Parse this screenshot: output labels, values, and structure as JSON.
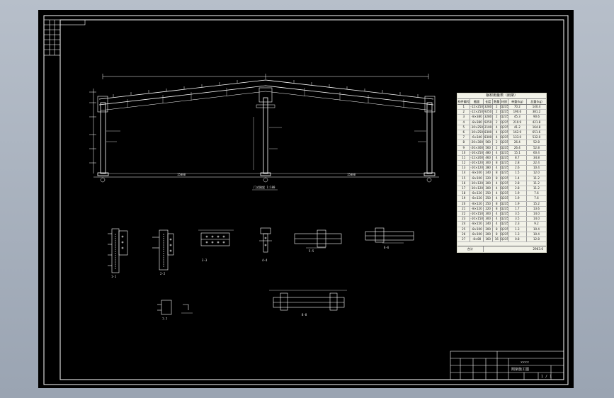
{
  "drawing": {
    "frame_caption": "门式刚架 1:100",
    "title_block": {
      "project": "××××",
      "drawing_name": "刚架施工图",
      "sheet_no": "1 / 1"
    }
  },
  "material_table": {
    "title": "钢材用量表（刚架）",
    "headers": [
      "构件编号",
      "截面",
      "长度",
      "数量",
      "材质",
      "单重(kg)",
      "总重(kg)"
    ],
    "rows": [
      [
        "1",
        "-12×250",
        "3280",
        "2",
        "Q235",
        "70.2",
        "140.4"
      ],
      [
        "2",
        "-12×250",
        "9250",
        "2",
        "Q235",
        "190.6",
        "381.2"
      ],
      [
        "3",
        "-8×380",
        "3280",
        "2",
        "Q235",
        "45.3",
        "90.6"
      ],
      [
        "4",
        "-8×380",
        "9250",
        "2",
        "Q235",
        "210.9",
        "421.8"
      ],
      [
        "5",
        "-10×250",
        "2100",
        "4",
        "Q235",
        "41.2",
        "164.8"
      ],
      [
        "6",
        "-10×250",
        "8300",
        "4",
        "Q235",
        "162.9",
        "651.6"
      ],
      [
        "7",
        "-6×340",
        "8300",
        "4",
        "Q235",
        "133.0",
        "532.0"
      ],
      [
        "8",
        "-20×300",
        "560",
        "2",
        "Q235",
        "26.4",
        "52.8"
      ],
      [
        "9",
        "-20×300",
        "560",
        "2",
        "Q235",
        "26.4",
        "52.8"
      ],
      [
        "10",
        "-16×250",
        "480",
        "4",
        "Q235",
        "15.1",
        "60.4"
      ],
      [
        "11",
        "-12×200",
        "460",
        "4",
        "Q235",
        "8.7",
        "34.8"
      ],
      [
        "12",
        "-10×120",
        "300",
        "8",
        "Q235",
        "2.8",
        "22.4"
      ],
      [
        "13",
        "-10×120",
        "280",
        "4",
        "Q235",
        "2.6",
        "10.4"
      ],
      [
        "14",
        "-8×100",
        "240",
        "8",
        "Q235",
        "1.5",
        "12.0"
      ],
      [
        "15",
        "-8×100",
        "220",
        "8",
        "Q235",
        "1.4",
        "11.2"
      ],
      [
        "16",
        "-10×120",
        "300",
        "4",
        "Q235",
        "2.8",
        "11.2"
      ],
      [
        "17",
        "-10×120",
        "300",
        "4",
        "Q235",
        "2.8",
        "11.2"
      ],
      [
        "18",
        "-8×120",
        "250",
        "4",
        "Q235",
        "1.9",
        "7.6"
      ],
      [
        "19",
        "-8×120",
        "250",
        "4",
        "Q235",
        "1.9",
        "7.6"
      ],
      [
        "20",
        "-8×120",
        "250",
        "8",
        "Q235",
        "1.9",
        "15.2"
      ],
      [
        "21",
        "-8×120",
        "220",
        "8",
        "Q235",
        "1.7",
        "13.6"
      ],
      [
        "22",
        "-10×150",
        "300",
        "4",
        "Q235",
        "3.5",
        "14.0"
      ],
      [
        "23",
        "-10×150",
        "300",
        "4",
        "Q235",
        "3.5",
        "14.0"
      ],
      [
        "24",
        "-8×150",
        "240",
        "4",
        "Q235",
        "2.3",
        "9.2"
      ],
      [
        "25",
        "-8×100",
        "200",
        "8",
        "Q235",
        "1.3",
        "10.4"
      ],
      [
        "26",
        "-8×100",
        "200",
        "8",
        "Q235",
        "1.3",
        "10.4"
      ],
      [
        "27",
        "-8×80",
        "160",
        "16",
        "Q235",
        "0.8",
        "12.8"
      ]
    ],
    "footer_label": "合计",
    "footer_value": "2963.6"
  },
  "dims": {
    "left_span": "15000",
    "right_span": "15000"
  },
  "details": {
    "d1": "1-1",
    "d2": "2-2",
    "d3": "3-3",
    "d4": "4-4",
    "d5": "5-5",
    "d6": "6-6",
    "d7": "7-7",
    "d8": "8-8"
  },
  "colors": {
    "sheet": "#000000",
    "lines": "#ffffff",
    "table_bg": "#f2f2e8"
  }
}
